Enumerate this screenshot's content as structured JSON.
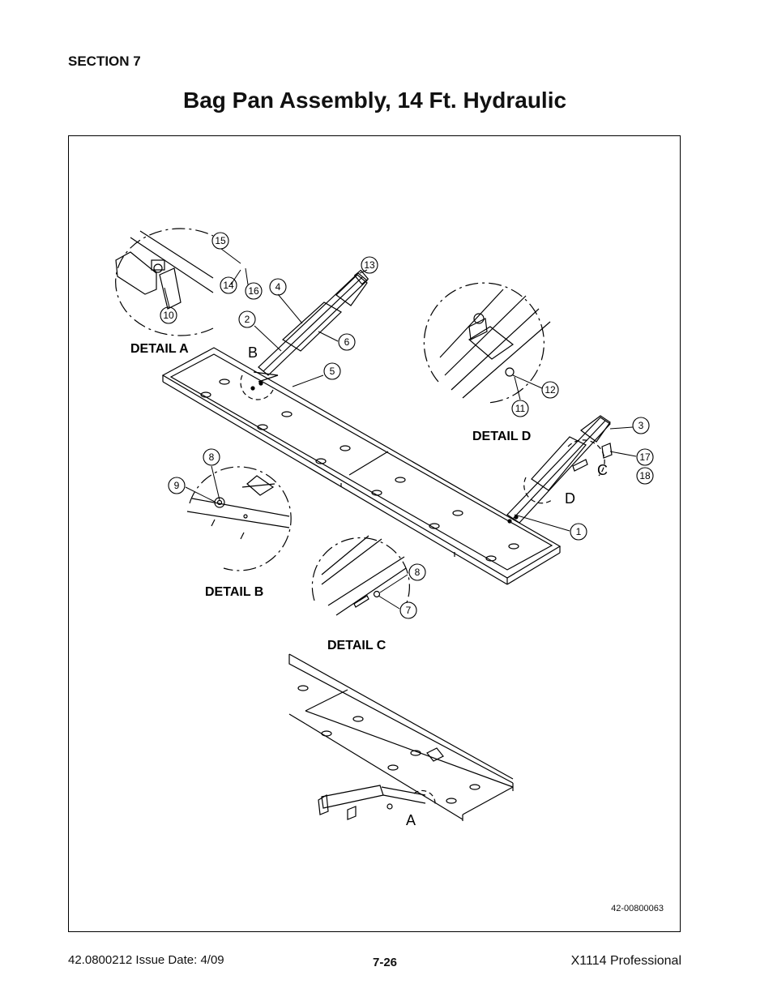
{
  "header": {
    "section": "SECTION 7",
    "title": "Bag Pan Assembly, 14 Ft. Hydraulic"
  },
  "drawing": {
    "drawing_number": "42-00800063",
    "detail_labels": [
      "DETAIL A",
      "DETAIL B",
      "DETAIL C",
      "DETAIL D"
    ],
    "callout_letters": [
      "A",
      "B",
      "C",
      "D"
    ],
    "balloons": [
      "1",
      "2",
      "3",
      "4",
      "5",
      "6",
      "7",
      "8",
      "9",
      "10",
      "11",
      "12",
      "13",
      "14",
      "15",
      "16",
      "17",
      "18"
    ]
  },
  "footer": {
    "doc_issue": "42.0800212  Issue Date: 4/09",
    "page": "7-26",
    "product": "X1114 Professional"
  }
}
